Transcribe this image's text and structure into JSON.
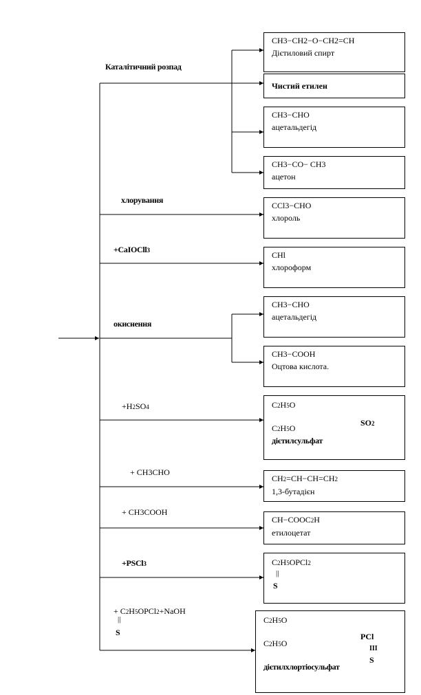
{
  "branches": {
    "catalytic": {
      "label": "Каталітичний розпад",
      "products": [
        {
          "line1": "CH3−CH2−O−CH2=CH",
          "line2": "Дієтиловий  спирт"
        },
        {
          "line1": "Чистий етилен"
        },
        {
          "line1": "CH3−CHO",
          "line2": "ацетальдегід"
        },
        {
          "line1": "CH3−CO− CH3",
          "line2": " ацетон"
        }
      ]
    },
    "chlorination": {
      "label": "хлорування",
      "product": {
        "line1": "CCl3−CHO",
        "line2": "хлороль"
      }
    },
    "caocl": {
      "label": "+CaIOCll",
      "label_sub": "3",
      "product": {
        "line1": " CHl",
        "line2": "хлороформ"
      }
    },
    "oxidation": {
      "label": "окиснення",
      "products": [
        {
          "line1": "CH3−CHO",
          "line2": "ацетальдегід"
        },
        {
          "line1": "CH3−COOH",
          "line2": "Оцтова кислота."
        }
      ]
    },
    "h2so4": {
      "label_pre": "+H",
      "label_s1": "2",
      "label_mid": "SO",
      "label_s2": "4",
      "product": {
        "r1_pre": "C",
        "r1_s1": "2",
        "r1_mid": "H",
        "r1_s2": "5",
        "r1_post": "O",
        "r2_pre": "C",
        "r2_s1": "2",
        "r2_mid": "H",
        "r2_s2": "5",
        "r2_post": "O",
        "so_pre": "SO",
        "so_sub": "2",
        "name": "дієтилсульфат"
      }
    },
    "ch3cho": {
      "label": "+ CH3CHO",
      "product": {
        "line1_pre": "CH",
        "line1_s1": "2",
        "line1_mid": "=CH−CH=CH",
        "line1_s2": "2",
        "line2": "1,3-бутадієн"
      }
    },
    "ch3cooh": {
      "label": "+ CH3COOH",
      "product": {
        "line1_pre": "CH−COOC",
        "line1_sub": "2",
        "line1_post": "H",
        "line2": "етилоцетат"
      }
    },
    "pscl": {
      "label": "+PSCl",
      "label_sub": "3",
      "product": {
        "f_pre": "C",
        "f_s1": "2",
        "f_mid": "H",
        "f_s2": "5",
        "f_post": "OPCl",
        "f_s3": "2",
        "bond": "||",
        "s": "S"
      }
    },
    "final": {
      "label_pre": "+ C",
      "label_s1": "2",
      "label_mid": "H",
      "label_s2": "5",
      "label_post": "OPCl",
      "label_s3": "2",
      "label_end": "+NaOH",
      "bond": "||",
      "s": "S",
      "product": {
        "r1_pre": "C",
        "r1_s1": "2",
        "r1_mid": "H",
        "r1_s2": "5",
        "r1_post": "O",
        "r2_pre": "C",
        "r2_s1": "2",
        "r2_mid": "H",
        "r2_s2": "5",
        "r2_post": "O",
        "pcl": "PCl",
        "bond3": "III",
        "s": "S",
        "name": "дієтилхлортіосульфат"
      }
    }
  }
}
